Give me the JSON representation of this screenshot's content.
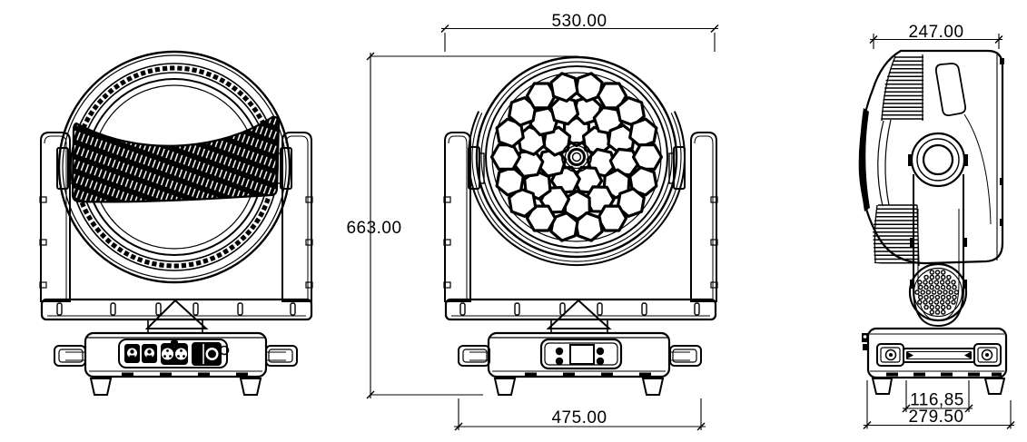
{
  "canvas": {
    "background": "#ffffff",
    "line_color": "#000000"
  },
  "drawing": {
    "subject": "moving-head-wash-light-orthographic-views",
    "dimensions": {
      "head_width": "530.00",
      "overall_height": "663.00",
      "base_width": "475.00",
      "head_depth": "247.00",
      "yoke_offset": "116,85",
      "base_depth": "279.50"
    }
  }
}
